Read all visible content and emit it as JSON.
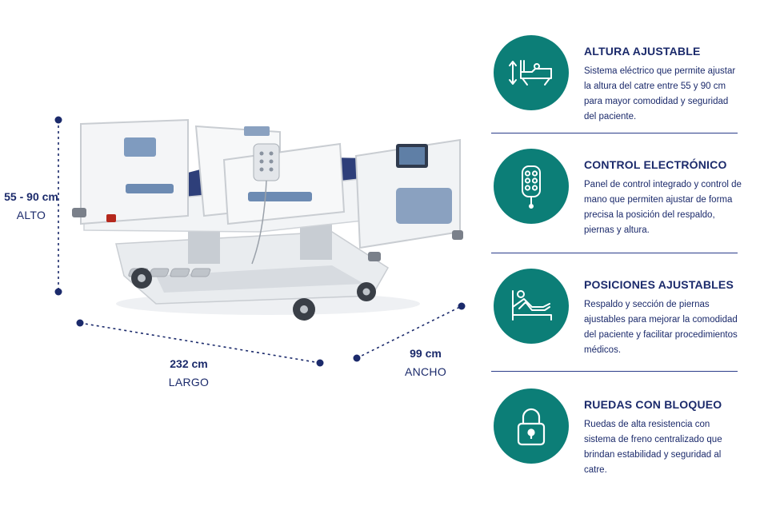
{
  "dimensions": {
    "height": {
      "value": "55 - 90 cm",
      "name": "ALTO"
    },
    "length": {
      "value": "232 cm",
      "name": "LARGO"
    },
    "width": {
      "value": "99 cm",
      "name": "ANCHO"
    }
  },
  "colors": {
    "accent": "#0c7e77",
    "text": "#1b2a6b",
    "divider": "#2b3c8a"
  },
  "features": [
    {
      "icon": "adjustable-height-bed-icon",
      "title": "ALTURA AJUSTABLE",
      "description": "Sistema eléctrico que permite ajustar la altura del catre entre 55 y 90 cm para mayor comodidad y seguridad del paciente."
    },
    {
      "icon": "remote-control-icon",
      "title": "CONTROL ELECTRÓNICO",
      "description": "Panel de control integrado y control de mano que permiten ajustar de forma precisa la posición del respaldo, piernas y altura."
    },
    {
      "icon": "reclined-patient-icon",
      "title": "POSICIONES AJUSTABLES",
      "description": "Respaldo y sección de piernas ajustables para mejorar la comodidad del paciente y facilitar procedimientos médicos."
    },
    {
      "icon": "padlock-icon",
      "title": "RUEDAS CON BLOQUEO",
      "description": "Ruedas de alta resistencia con sistema de freno centralizado que brindan estabilidad y seguridad al catre."
    }
  ]
}
